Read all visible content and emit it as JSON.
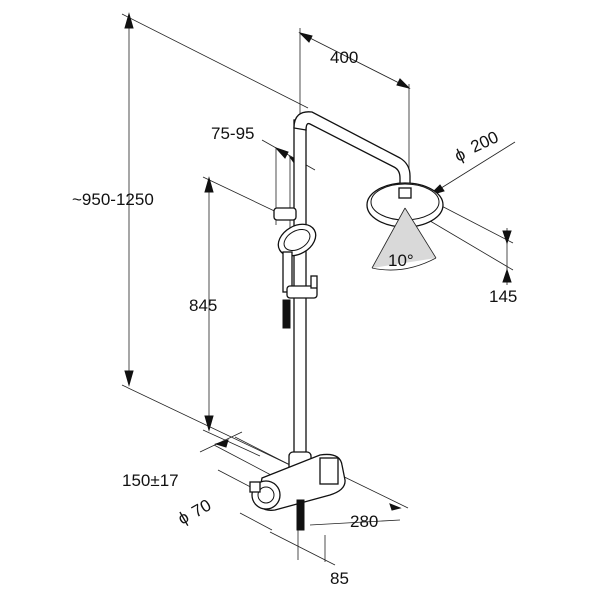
{
  "diagram": {
    "dimensions": {
      "height_total": "~950-1250",
      "arm_length": "400",
      "head_diameter": "200",
      "holder_range": "75-95",
      "holder_height": "845",
      "head_drop": "145",
      "tilt_angle": "10°",
      "connection_spacing": "150±17",
      "rosette_diameter": "70",
      "wall_distance": "280",
      "outlet_offset": "85"
    },
    "symbols": {
      "diameter_sign": "ϕ"
    }
  }
}
